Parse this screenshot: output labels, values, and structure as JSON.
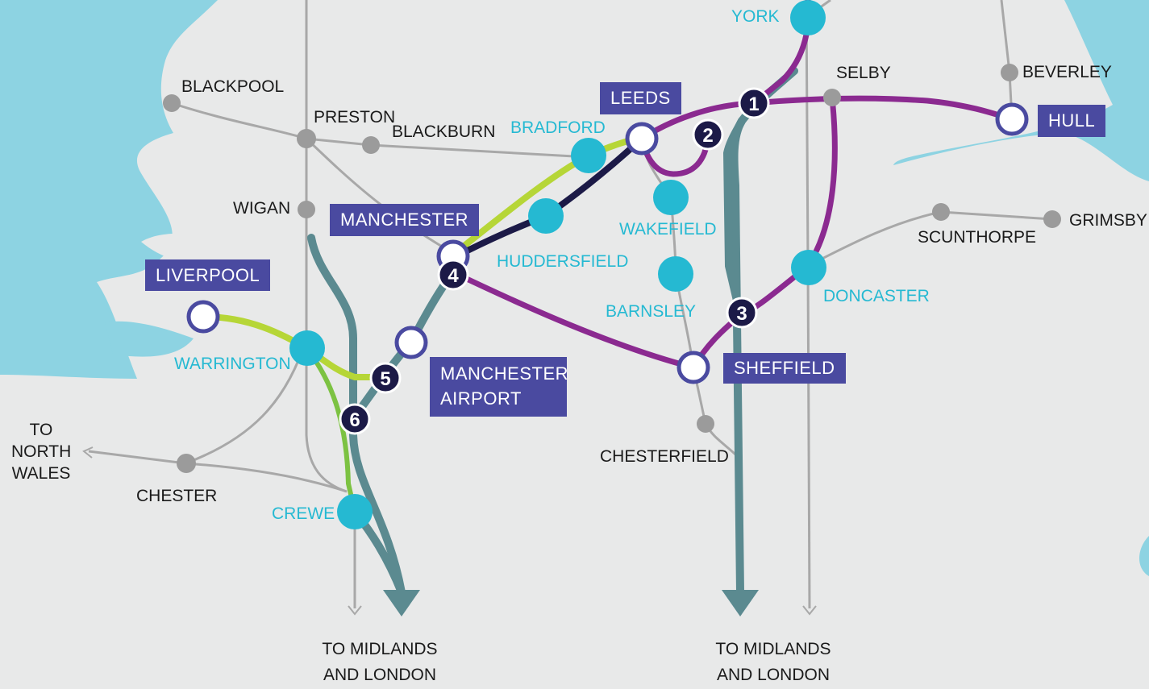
{
  "colors": {
    "sea": "#8dd3e2",
    "land": "#e8e9e9",
    "conventional_line": "#a8a8a8",
    "high_speed_line": "#5b8a90",
    "northern_powerhouse_purple": "#8b2a90",
    "northern_powerhouse_navy": "#1c1a47",
    "transpennine_green": "#b6d637",
    "branch_green": "#7cc242",
    "hub_station": "#25b9d2",
    "major_station_label_bg": "#4a4aa0",
    "minor_station": "#9b9b9b"
  },
  "major_stations": {
    "liverpool": "LIVERPOOL",
    "manchester": "MANCHESTER",
    "leeds": "LEEDS",
    "hull": "HULL",
    "sheffield": "SHEFFIELD",
    "manchester_airport_line1": "MANCHESTER",
    "manchester_airport_line2": "AIRPORT"
  },
  "hub_stations": {
    "york": "YORK",
    "bradford": "BRADFORD",
    "huddersfield": "HUDDERSFIELD",
    "wakefield": "WAKEFIELD",
    "barnsley": "BARNSLEY",
    "doncaster": "DONCASTER",
    "warrington": "WARRINGTON",
    "crewe": "CREWE"
  },
  "minor_stations": {
    "blackpool": "BLACKPOOL",
    "preston": "PRESTON",
    "blackburn": "BLACKBURN",
    "wigan": "WIGAN",
    "selby": "SELBY",
    "beverley": "BEVERLEY",
    "scunthorpe": "SCUNTHORPE",
    "grimsby": "GRIMSBY",
    "chester": "CHESTER",
    "chesterfield": "CHESTERFIELD"
  },
  "junction_markers": [
    "1",
    "2",
    "3",
    "4",
    "5",
    "6"
  ],
  "destinations": {
    "north_wales": [
      "TO",
      "NORTH",
      "WALES"
    ],
    "midlands_west": [
      "TO MIDLANDS",
      "AND LONDON"
    ],
    "midlands_east": [
      "TO MIDLANDS",
      "AND LONDON"
    ]
  }
}
